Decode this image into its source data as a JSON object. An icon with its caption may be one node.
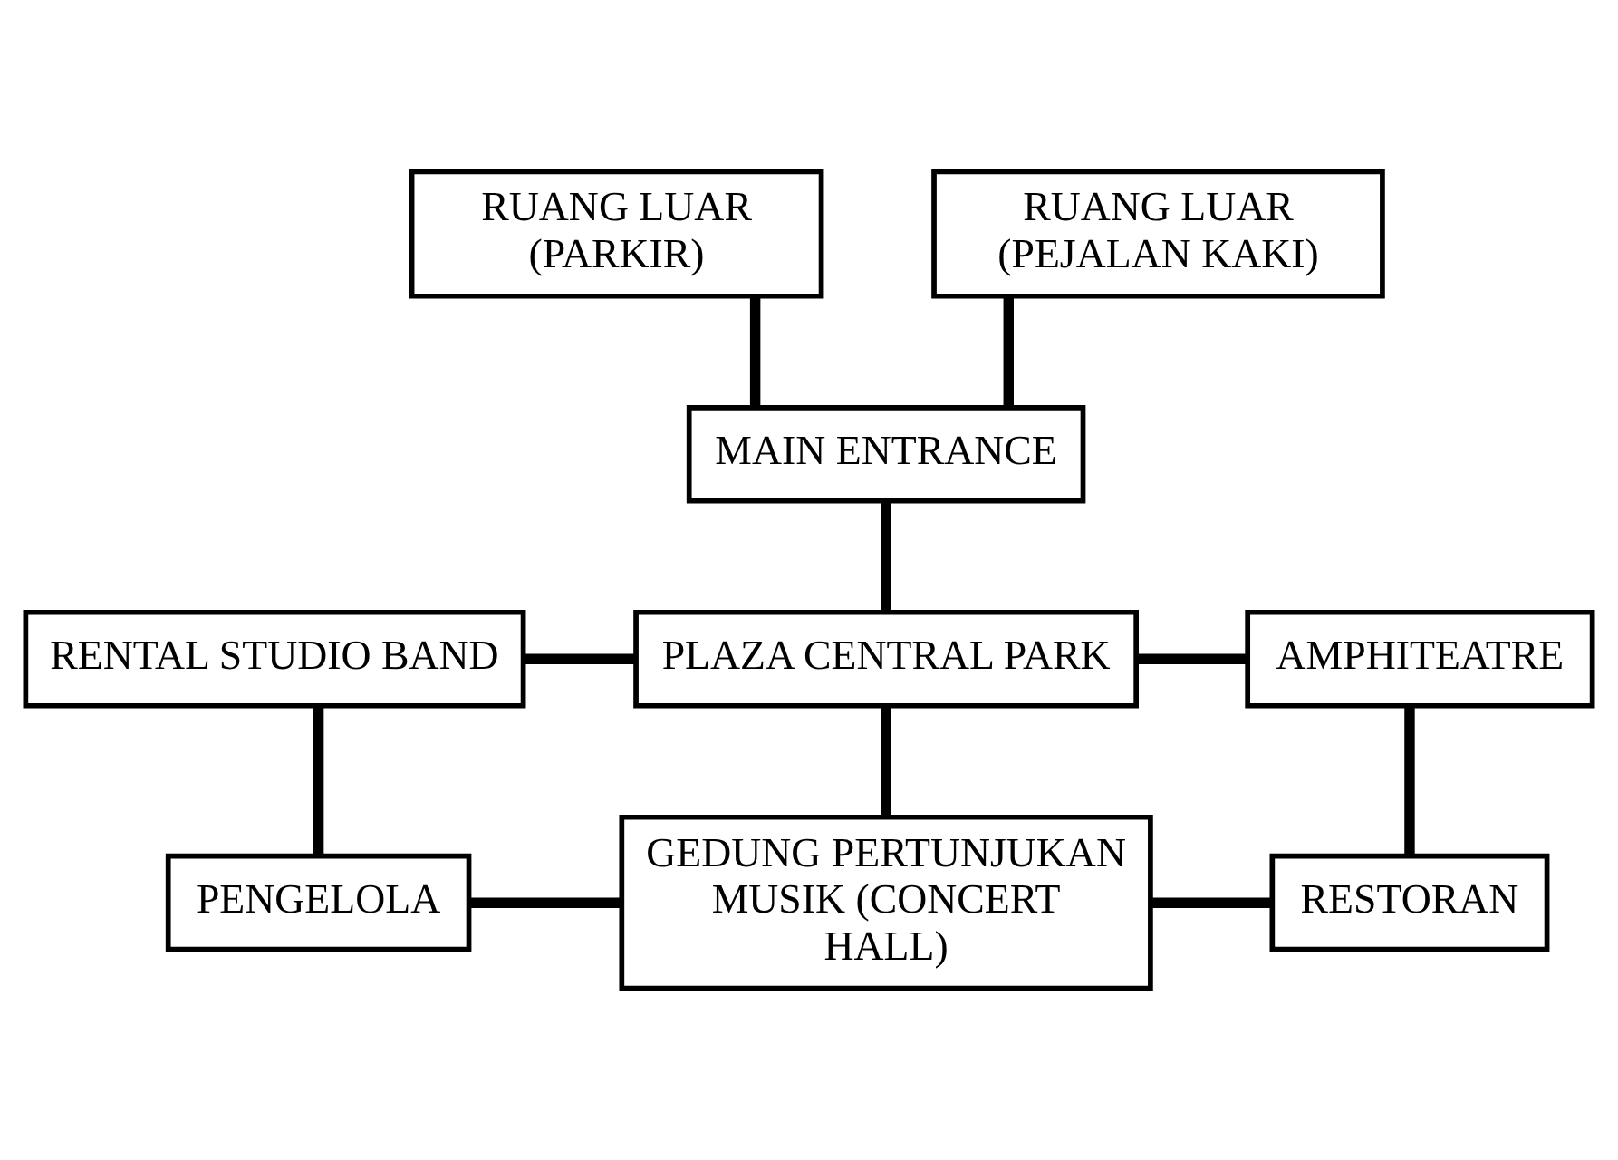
{
  "diagram": {
    "nodes": [
      {
        "text": [
          "RUANG LUAR (PARKIR)"
        ]
      },
      {
        "text": [
          "RUANG LUAR (PEJALAN KAKI)"
        ]
      },
      {
        "text": [
          "MAIN ENTRANCE"
        ]
      },
      {
        "text": [
          "RENTAL STUDIO BAND"
        ]
      },
      {
        "text": [
          "PLAZA CENTRAL PARK"
        ]
      },
      {
        "text": [
          "AMPHITEATRE"
        ]
      },
      {
        "text": [
          "PENGELOLA"
        ]
      },
      {
        "text": [
          "GEDUNG PERTUNJUKAN MUSIK (CONCERT HALL)"
        ]
      },
      {
        "text": [
          "RESTORAN"
        ]
      }
    ],
    "edges": [
      {
        "from": 0,
        "to": 2,
        "arrow": "none"
      },
      {
        "from": 1,
        "to": 2,
        "arrow": "none"
      },
      {
        "from": 2,
        "to": 4,
        "arrow": "none"
      },
      {
        "from": 3,
        "to": 4,
        "arrow": "none"
      },
      {
        "from": 4,
        "to": 5,
        "arrow": "none"
      },
      {
        "from": 4,
        "to": 7,
        "arrow": "none"
      },
      {
        "from": 3,
        "to": 6,
        "arrow": "none"
      },
      {
        "from": 6,
        "to": 7,
        "arrow": "none"
      },
      {
        "from": 7,
        "to": 8,
        "arrow": "none"
      },
      {
        "from": 5,
        "to": 8,
        "arrow": "none"
      }
    ]
  }
}
